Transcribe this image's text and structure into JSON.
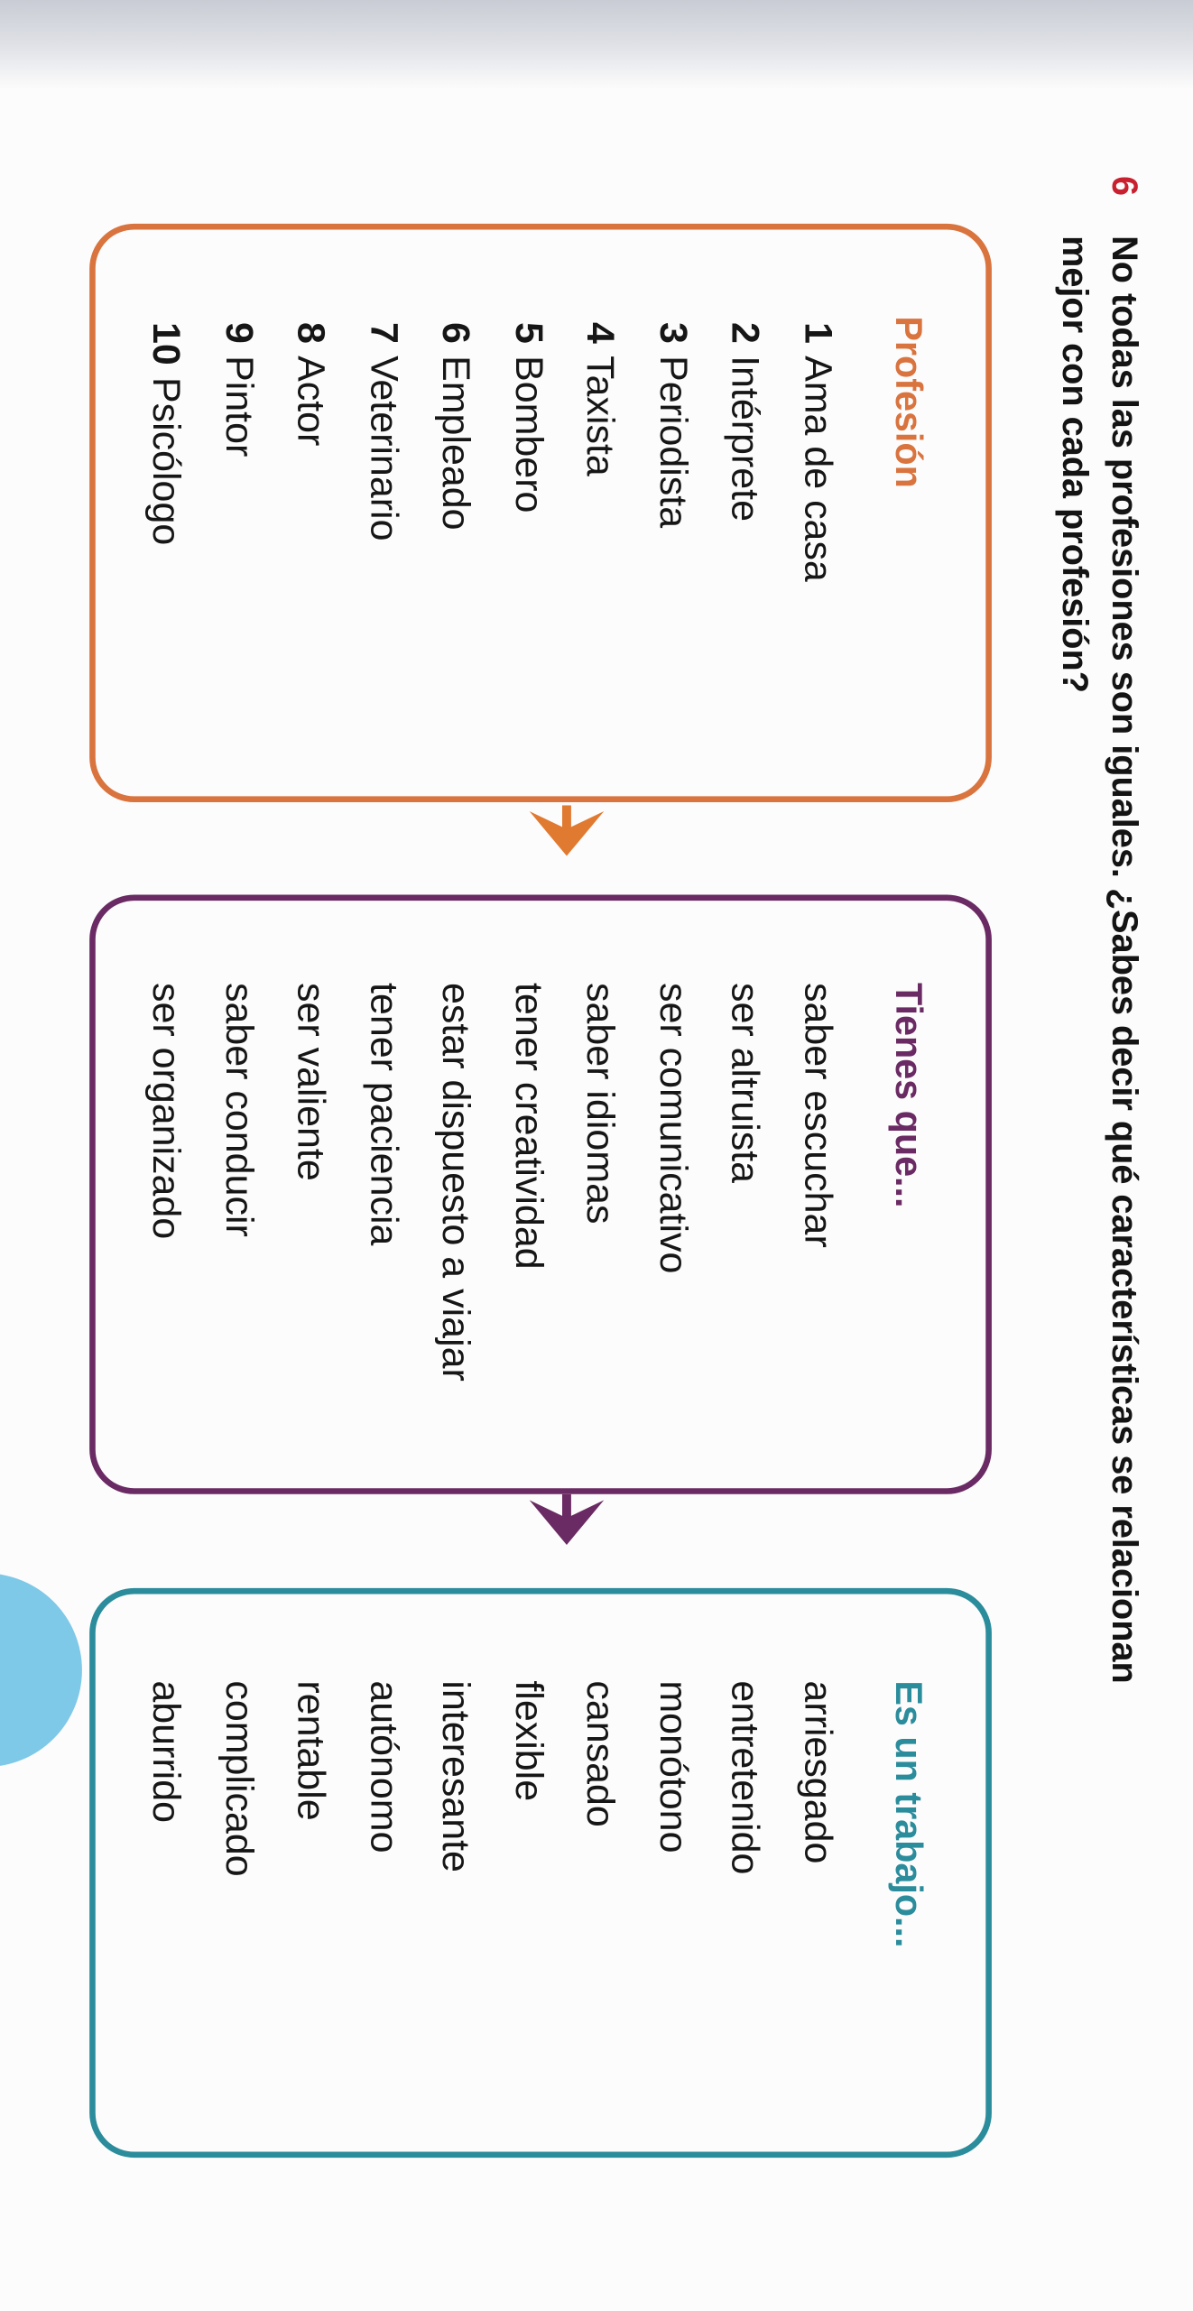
{
  "exercise": {
    "number": "6",
    "title_line1": "No todas las profesiones son iguales. ¿Sabes decir qué características se relacionan",
    "title_line2": "mejor con cada profesión?"
  },
  "columns": [
    {
      "heading": "Profesión",
      "color": "#d9743f",
      "items": [
        {
          "num": "1",
          "label": "Ama de casa"
        },
        {
          "num": "2",
          "label": "Intérprete"
        },
        {
          "num": "3",
          "label": "Periodista"
        },
        {
          "num": "4",
          "label": "Taxista"
        },
        {
          "num": "5",
          "label": "Bombero"
        },
        {
          "num": "6",
          "label": "Empleado"
        },
        {
          "num": "7",
          "label": "Veterinario"
        },
        {
          "num": "8",
          "label": "Actor"
        },
        {
          "num": "9",
          "label": "Pintor"
        },
        {
          "num": "10",
          "label": "Psicólogo"
        }
      ]
    },
    {
      "heading": "Tienes que...",
      "color": "#6a2a63",
      "items": [
        "saber escuchar",
        "ser altruista",
        "ser comunicativo",
        "saber idiomas",
        "tener creatividad",
        "estar dispuesto a viajar",
        "tener paciencia",
        "ser valiente",
        "saber conducir",
        "ser organizado"
      ]
    },
    {
      "heading": "Es un trabajo...",
      "color": "#2b8c9c",
      "items": [
        "arriesgado",
        "entretenido",
        "monótono",
        "cansado",
        "flexible",
        "interesante",
        "autónomo",
        "rentable",
        "complicado",
        "aburrido"
      ]
    }
  ]
}
